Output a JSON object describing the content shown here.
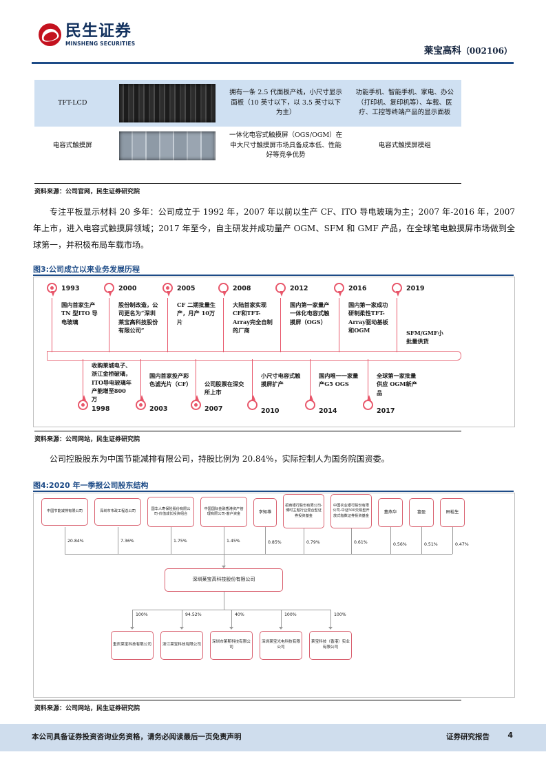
{
  "header": {
    "logo_cn": "民生证券",
    "logo_en": "MINSHENG SECURITIES",
    "company": "莱宝高科",
    "stock_code": "（002106）",
    "accent": "#1d4b87"
  },
  "product_table": {
    "rows": [
      {
        "name": "TFT-LCD",
        "image_alt": "tft-lcd-panel-photo",
        "description": "拥有一条 2.5 代面板产线，小尺寸显示面板（10 英寸以下，以 3.5 英寸以下为主）",
        "application": "功能手机、智能手机、家电、办公（打印机、复印机等）、车载、医疗、工控等终端产品的显示面板"
      },
      {
        "name": "电容式触摸屏",
        "image_alt": "capacitive-touch-panel-photo",
        "description": "一体化电容式触摸屏（OGS/OGM）在中大尺寸触摸屏市场具备成本低、性能好等竞争优势",
        "application": "电容式触摸屏模组"
      }
    ],
    "source": "资料来源：公司官网，民生证券研究院"
  },
  "paragraph_1": "专注平板显示材料 20 多年：公司成立于 1992 年，2007 年以前以生产 CF、ITO 导电玻璃为主；2007 年-2016 年，2007 年上市，进入电容式触摸屏领域；2017 年至今，自主研发并成功量产 OGM、SFM 和 GMF 产品，在全球笔电触摸屏市场做到全球第一，并积极布局车载市场。",
  "figure3": {
    "caption": "图3:公司成立以来业务发展历程",
    "source": "资料来源：公司网站，民生证券研究院",
    "upper_events": [
      {
        "year": "1993",
        "desc": "国内首家生产 TN 型ITO 导电玻璃"
      },
      {
        "year": "2000",
        "desc": "股份制改造，公司更名为“深圳莱宝高科技股份有限公司”"
      },
      {
        "year": "2005",
        "desc": "CF 二期批量生产，月产 10万片"
      },
      {
        "year": "2008",
        "desc": "大陆首家实现CF和TFT-Array完全自制的厂商"
      },
      {
        "year": "2012",
        "desc": "国内第一家量产一体化电容式触摸屏（OGS）"
      },
      {
        "year": "2016",
        "desc": "国内第一家成功研制柔性TFT-Array驱动基板和OGM"
      },
      {
        "year": "2019",
        "desc": "SFM/GMF小批量供货"
      }
    ],
    "lower_events": [
      {
        "year": "1998",
        "desc": "收购莱城电子、浙江金桥破璃，ITO导电玻璃年产能增至800万"
      },
      {
        "year": "2003",
        "desc": "国内首家投产彩色滤光片（CF）"
      },
      {
        "year": "2007",
        "desc": "公司股票在深交所上市"
      },
      {
        "year": "2010",
        "desc": "小尺寸电容式触摸屏扩产"
      },
      {
        "year": "2014",
        "desc": "国内唯一一家量产G5 OGS"
      },
      {
        "year": "2017",
        "desc": "全球第一家批量供应 OGM新产品"
      }
    ]
  },
  "paragraph_2": "公司控股股东为中国节能减排有限公司，持股比例为 20.84%，实际控制人为国务院国资委。",
  "figure4": {
    "caption": "图4:2020 年一季报公司股东结构",
    "source": "资料来源：公司网站，民生证券研究院",
    "shareholders": [
      {
        "name": "中国节能减排有限公司",
        "pct": "20.84%"
      },
      {
        "name": "深圳市市政工程总公司",
        "pct": "7.36%"
      },
      {
        "name": "国华人寿保险股份有限公司-价值成长投资组合",
        "pct": "1.75%"
      },
      {
        "name": "中国国际金融香港资产管理有限公司-客户资金",
        "pct": "1.45%"
      },
      {
        "name": "李知雄",
        "pct": "0.85%"
      },
      {
        "name": "招商银行股份有限公司-博时主题行业混合型证券投资基金",
        "pct": "0.79%"
      },
      {
        "name": "中国农业银行股份有限公司-中证500交易型开放式指数证券投资基金",
        "pct": "0.61%"
      },
      {
        "name": "董燕华",
        "pct": "0.56%"
      },
      {
        "name": "富盈",
        "pct": "0.51%"
      },
      {
        "name": "田裕生",
        "pct": "0.47%"
      }
    ],
    "center_company": "深圳莱宝高科技股份有限公司",
    "subsidiaries": [
      {
        "name": "重庆莱宝科技有限公司",
        "pct": "100%"
      },
      {
        "name": "浙江莱宝科技有限公司",
        "pct": "94.52%"
      },
      {
        "name": "深圳市莱斯科技有限公司",
        "pct": "40%"
      },
      {
        "name": "深圳莱宝光电科技有限公司",
        "pct": "100%"
      },
      {
        "name": "莱宝科技（香港）实业有限公司",
        "pct": "100%"
      }
    ]
  },
  "footer": {
    "disclaimer": "本公司具备证券投资咨询业务资格，请务必阅读最后一页免责声明",
    "report_label": "证券研究报告",
    "page_number": "4"
  }
}
